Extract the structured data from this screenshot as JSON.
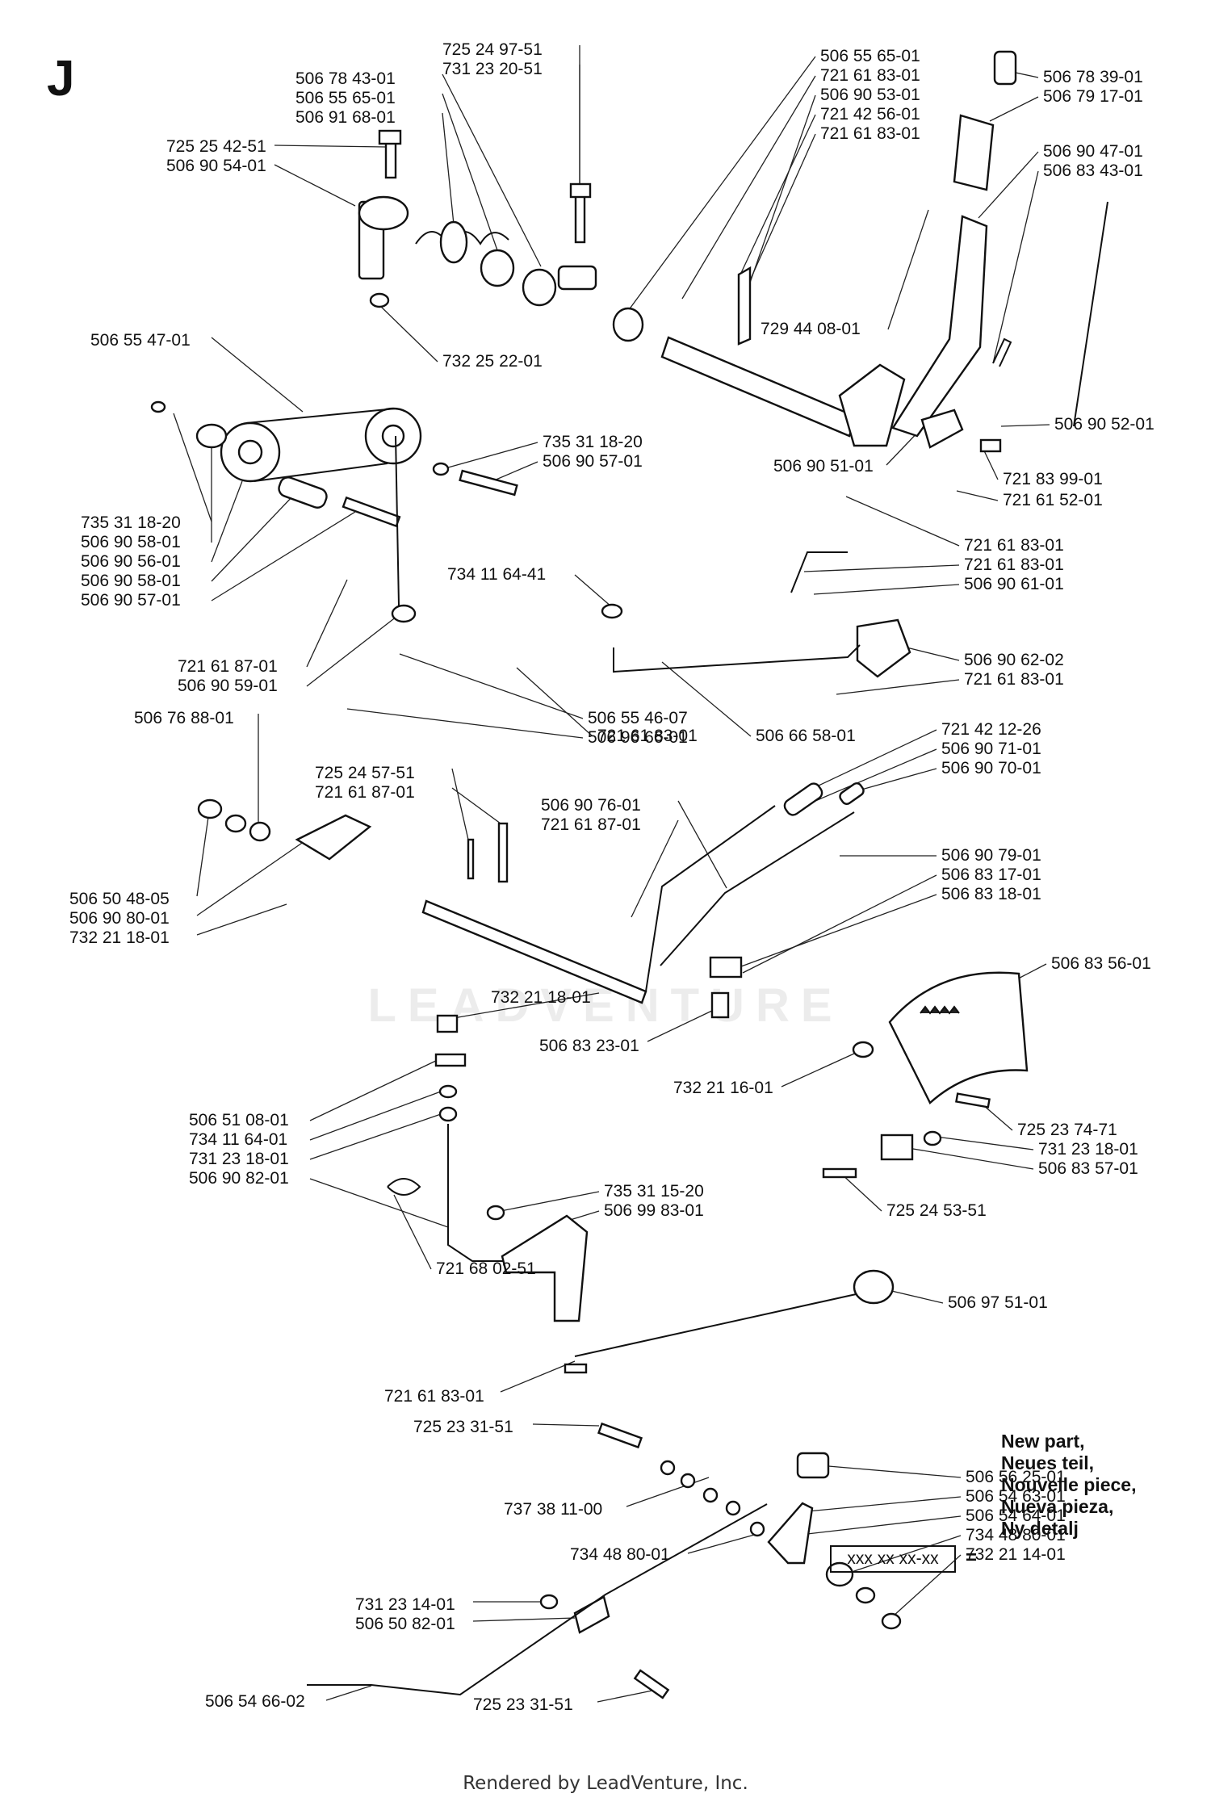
{
  "section_letter": "J",
  "labels": [
    "725 24 97-51",
    "731 23 20-51",
    "506 78 43-01",
    "506 55 65-01",
    "506 91 68-01",
    "725 25 42-51",
    "506 90 54-01",
    "506 55 65-01",
    "721 61 83-01",
    "506 90 53-01",
    "721 42 56-01",
    "721 61 83-01",
    "506 78 39-01",
    "506 79 17-01",
    "506 90 47-01",
    "506 83 43-01",
    "729 44 08-01",
    "506 55 47-01",
    "732 25 22-01",
    "506 90 52-01",
    "506 90 51-01",
    "721 83 99-01",
    "721 61 52-01",
    "735 31 18-20",
    "506 90 57-01",
    "735 31 18-20",
    "506 90 58-01",
    "506 90 56-01",
    "506 90 58-01",
    "506 90 57-01",
    "721 61 83-01",
    "721 61 83-01",
    "506 90 61-01",
    "734 11 64-41",
    "506 90 62-02",
    "721 61 83-01",
    "721 61 87-01",
    "506 90 59-01",
    "506 55 46-07",
    "506 96 66-01",
    "721 61 83-01",
    "506 66 58-01",
    "506 76 88-01",
    "721 42 12-26",
    "506 90 71-01",
    "506 90 70-01",
    "725 24 57-51",
    "721 61 87-01",
    "506 90 76-01",
    "721 61 87-01",
    "506 90 79-01",
    "506 83 17-01",
    "506 83 18-01",
    "506 50 48-05",
    "506 90 80-01",
    "732 21 18-01",
    "506 83 56-01",
    "732 21 18-01",
    "506 83 23-01",
    "732 21 16-01",
    "725 23 74-71",
    "506 51 08-01",
    "734 11 64-01",
    "731 23 18-01",
    "506 90 82-01",
    "731 23 18-01",
    "506 83 57-01",
    "735 31 15-20",
    "506 99 83-01",
    "725 24 53-51",
    "721 68 02-51",
    "506 97 51-01",
    "721 61 83-01",
    "725 23 31-51",
    "506 56 25-01",
    "506 54 63-01",
    "737 38 11-00",
    "506 54 64-01",
    "734 48 80-01",
    "734 48 80-01",
    "732 21 14-01",
    "731 23 14-01",
    "506 50 82-01",
    "506 54 66-02",
    "725 23 31-51"
  ],
  "legend": {
    "lines": [
      "New part,",
      "Neues teil,",
      "Nouvelle piece,",
      "Nueva pieza,",
      "Ny detalj"
    ],
    "box": "xxx xx xx-xx",
    "equals": "="
  },
  "watermark": "LEADVENTURE",
  "footer": "Rendered by LeadVenture, Inc."
}
